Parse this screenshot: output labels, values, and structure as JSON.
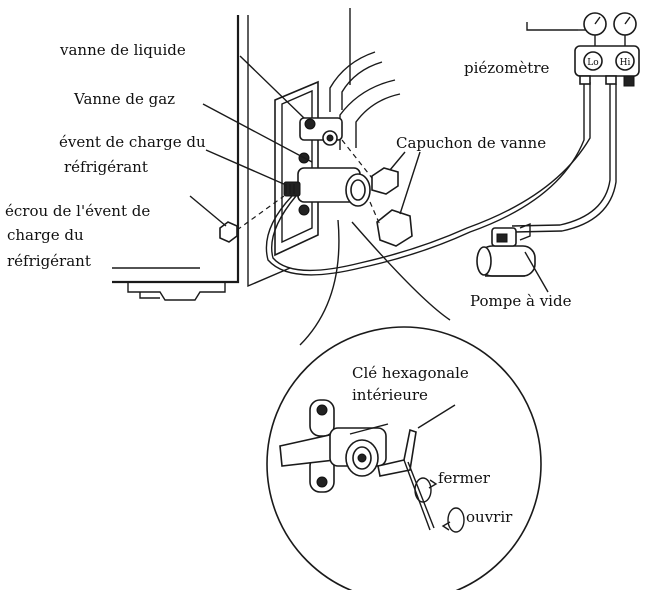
{
  "labels": {
    "liquid_valve": "vanne de liquide",
    "gas_valve": "Vanne de gaz",
    "charge_port_line1": "évent de charge du",
    "charge_port_line2": "réfrigérant",
    "port_nut_line1": "écrou de l'évent de",
    "port_nut_line2": "charge du",
    "port_nut_line3": "réfrigérant",
    "valve_cap": "Capuchon de vanne",
    "gauge": "piézomètre",
    "gauge_lo": "Lo",
    "gauge_hi": "Hi",
    "vacuum_pump": "Pompe à vide",
    "hex_key_line1": "Clé hexagonale",
    "hex_key_line2": "intérieure",
    "close": "fermer",
    "open": "ouvrir"
  },
  "colors": {
    "line": "#1a1a1a",
    "text": "#111111",
    "background": "#ffffff"
  }
}
